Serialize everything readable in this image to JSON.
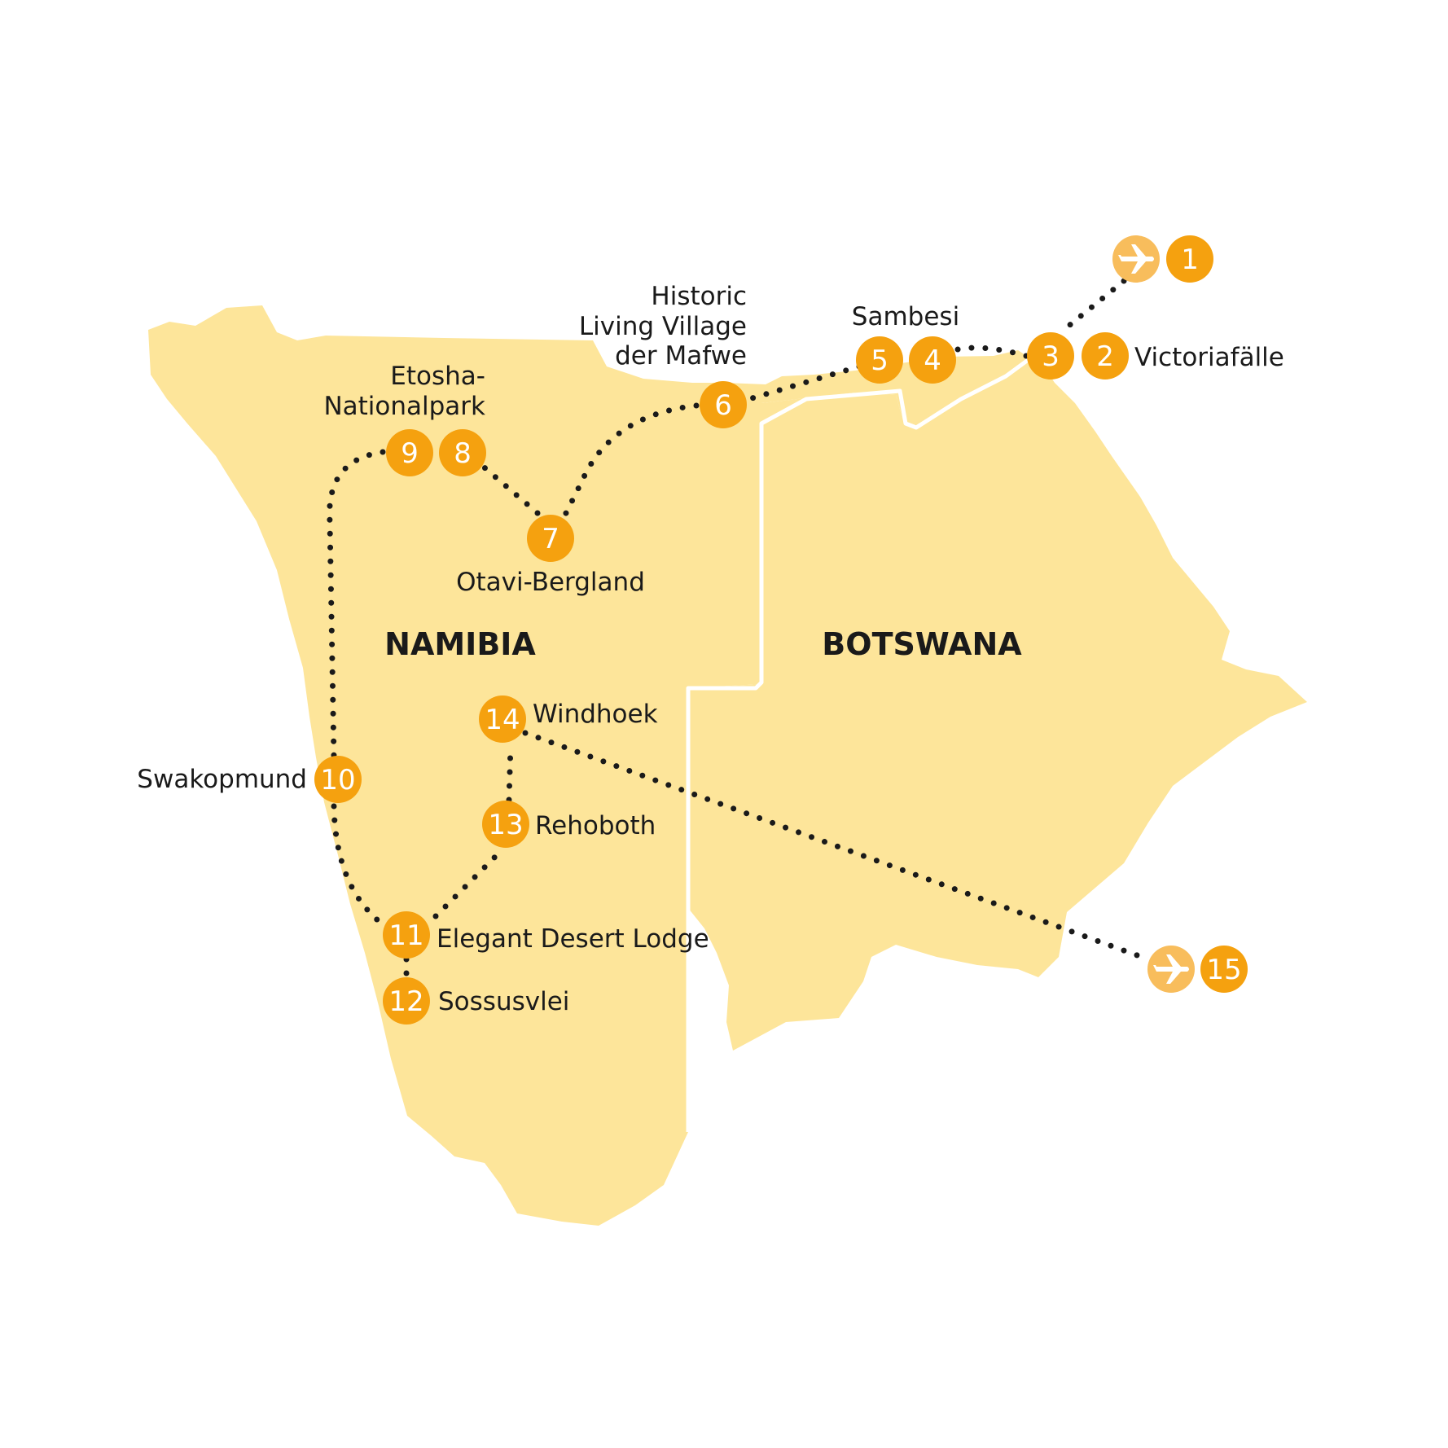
{
  "colors": {
    "land": "#fde59a",
    "border": "#ffffff",
    "stop": "#f5a10f",
    "airport": "#f8bd5c",
    "route": "#1a1a1a",
    "text": "#1a1a1a"
  },
  "countries": [
    {
      "id": "namibia",
      "label": "NAMIBIA"
    },
    {
      "id": "botswana",
      "label": "BOTSWANA"
    }
  ],
  "stops": [
    {
      "num": "1"
    },
    {
      "num": "2"
    },
    {
      "num": "3"
    },
    {
      "num": "4"
    },
    {
      "num": "5"
    },
    {
      "num": "6"
    },
    {
      "num": "7"
    },
    {
      "num": "8"
    },
    {
      "num": "9"
    },
    {
      "num": "10"
    },
    {
      "num": "11"
    },
    {
      "num": "12"
    },
    {
      "num": "13"
    },
    {
      "num": "14"
    },
    {
      "num": "15"
    }
  ],
  "airports": [
    {
      "icon": "airplane-icon"
    },
    {
      "icon": "airplane-icon"
    }
  ],
  "places": {
    "victoriafaelle": "Victoriafälle",
    "sambesi": "Sambesi",
    "mafwe": [
      "Historic",
      "Living Village",
      "der Mafwe"
    ],
    "etosha": [
      "Etosha-",
      "Nationalpark"
    ],
    "otavi": "Otavi-Bergland",
    "windhoek": "Windhoek",
    "swakopmund": "Swakopmund",
    "rehoboth": "Rehoboth",
    "elegant": "Elegant Desert Lodge",
    "sossusvlei": "Sossusvlei"
  }
}
